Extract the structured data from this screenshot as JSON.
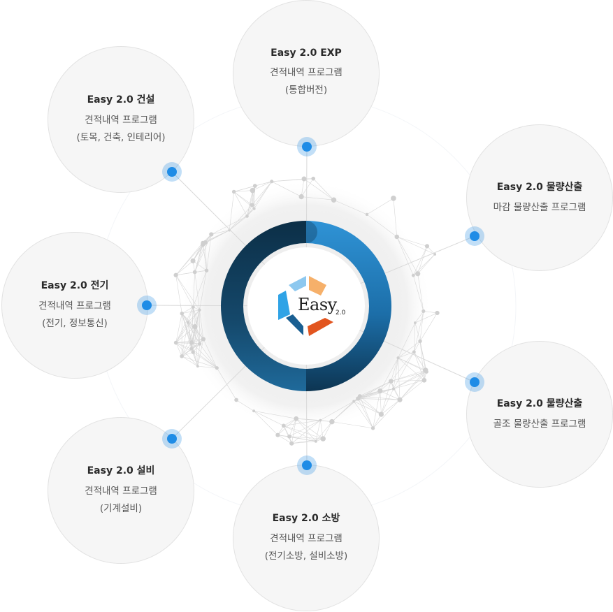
{
  "brand": {
    "word": "Easy",
    "version": "2.0",
    "colors": {
      "ring_dark": "#0e3550",
      "ring_light": "#2d8ed1",
      "hex_blue": "#2fa3e6",
      "hex_light_blue": "#8dc8ef",
      "hex_orange": "#f39a3d",
      "hex_red_orange": "#e2551f",
      "hex_navy": "#1a5f92",
      "accent_dot": "#1f8ce6"
    }
  },
  "nodes": [
    {
      "title": "Easy 2.0 EXP",
      "lines": [
        "견적내역 프로그램",
        "(통합버전)"
      ]
    },
    {
      "title": "Easy 2.0 건설",
      "lines": [
        "견적내역 프로그램",
        "(토목, 건축, 인테리어)"
      ]
    },
    {
      "title": "Easy 2.0 물량산출",
      "lines": [
        "마감 물량산출 프로그램"
      ]
    },
    {
      "title": "Easy 2.0 전기",
      "lines": [
        "견적내역 프로그램",
        "(전기, 정보통신)"
      ]
    },
    {
      "title": "Easy 2.0 물량산출",
      "lines": [
        "골조 물량산출 프로그램"
      ]
    },
    {
      "title": "Easy 2.0 설비",
      "lines": [
        "견적내역 프로그램",
        "(기계설비)"
      ]
    },
    {
      "title": "Easy 2.0 소방",
      "lines": [
        "견적내역 프로그램",
        "(전기소방, 설비소방)"
      ]
    }
  ]
}
